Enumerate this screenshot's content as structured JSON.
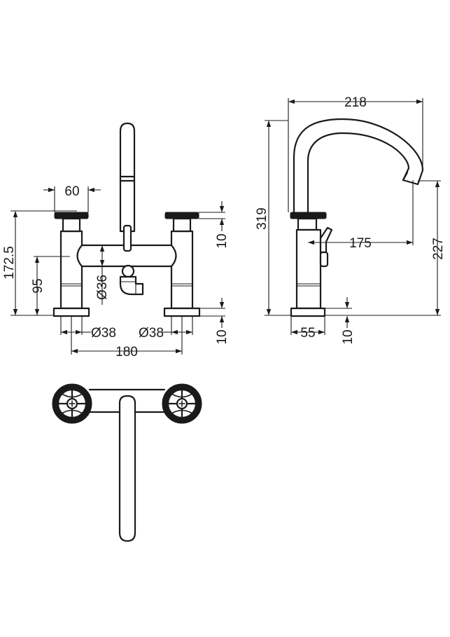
{
  "dimensions": {
    "front_handle_width": "60",
    "front_overall_height": "172.5",
    "front_body_height": "95",
    "front_diverter_diameter": "Ø36",
    "front_left_base_diameter": "Ø38",
    "front_right_base_diameter": "Ø38",
    "front_centres": "180",
    "front_handle_thickness": "10",
    "front_base_thickness": "10",
    "side_spout_reach": "218",
    "side_total_height": "319",
    "side_spout_projection": "175",
    "side_spout_height": "227",
    "side_base_depth": "55",
    "side_base_thickness": "10"
  }
}
